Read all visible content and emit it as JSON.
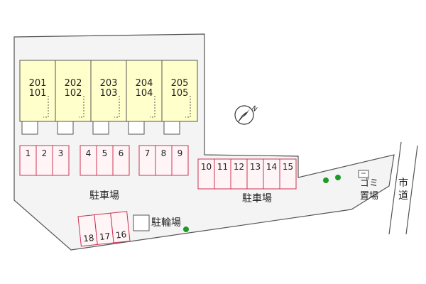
{
  "colors": {
    "lot_fill": "#f4f4f4",
    "outline": "#555555",
    "building_fill": "#ffffcc",
    "parking_stroke": "#cc3355",
    "parking_fill": "#fff4f6",
    "tree": "#1e9a2a",
    "text": "#222222"
  },
  "units": [
    {
      "upper": "201",
      "lower": "101"
    },
    {
      "upper": "202",
      "lower": "102"
    },
    {
      "upper": "203",
      "lower": "103"
    },
    {
      "upper": "204",
      "lower": "104"
    },
    {
      "upper": "205",
      "lower": "105"
    }
  ],
  "parking_spaces": [
    "1",
    "2",
    "3",
    "4",
    "5",
    "6",
    "7",
    "8",
    "9",
    "10",
    "11",
    "12",
    "13",
    "14",
    "15",
    "16",
    "17",
    "18"
  ],
  "labels": {
    "parking_left": "駐車場",
    "parking_right": "駐車場",
    "bicycle": "駐輪場",
    "garbage_line1": "ゴミ",
    "garbage_line2": "置場",
    "road_line1": "市",
    "road_line2": "道",
    "compass_n": "N"
  },
  "icons": [
    "compass-icon",
    "tree-icon"
  ]
}
